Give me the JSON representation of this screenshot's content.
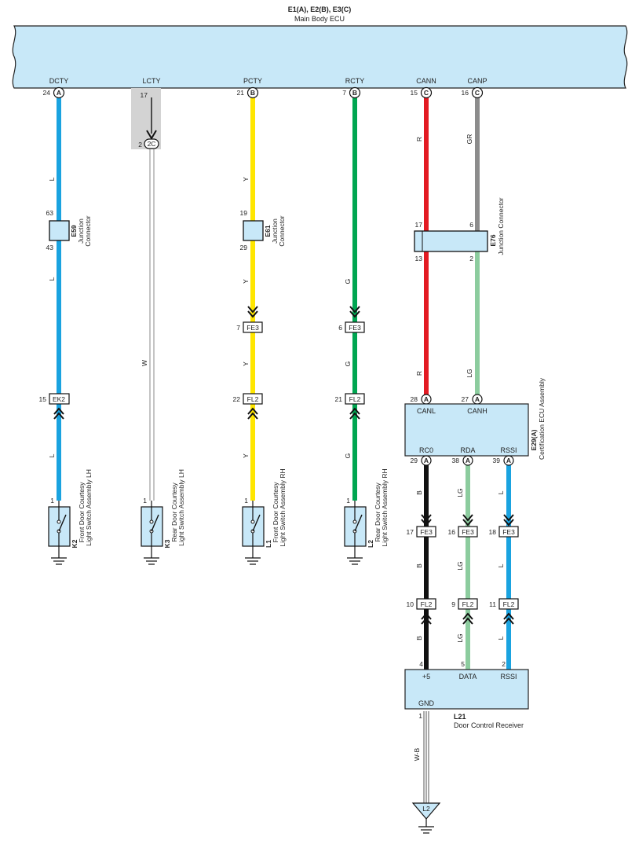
{
  "ecu": {
    "connectors": "E1(A), E2(B), E3(C)",
    "name": "Main Body ECU",
    "terminals": [
      {
        "name": "DCTY",
        "pin": "24",
        "conn": "A"
      },
      {
        "name": "LCTY",
        "pin": "17",
        "conn": ""
      },
      {
        "name": "PCTY",
        "pin": "21",
        "conn": "B"
      },
      {
        "name": "RCTY",
        "pin": "7",
        "conn": "B"
      },
      {
        "name": "CANN",
        "pin": "15",
        "conn": "C"
      },
      {
        "name": "CANP",
        "pin": "16",
        "conn": "C"
      }
    ]
  },
  "colors": {
    "blue": "#1aa3e0",
    "yellow": "#ffe600",
    "green": "#00a651",
    "red": "#e31b23",
    "gray": "#8c8c8c",
    "lightgreen": "#8ccc9e",
    "black": "#111111",
    "box_fill": "#c8e8f8"
  },
  "wires": {
    "dcty": [
      "L",
      "L",
      "L"
    ],
    "lcty": [
      "W"
    ],
    "pcty": [
      "Y",
      "Y",
      "Y",
      "Y"
    ],
    "rcty": [
      "G",
      "G",
      "G"
    ],
    "cann": [
      "R",
      "R"
    ],
    "canp": [
      "GR",
      "LG"
    ],
    "rc0": [
      "B",
      "B",
      "B"
    ],
    "rda": [
      "LG",
      "LG",
      "LG"
    ],
    "rssi": [
      "L",
      "L",
      "L"
    ],
    "gnd": [
      "W-B"
    ]
  },
  "lcty_joint": {
    "pin": "2",
    "label": "2C"
  },
  "junctions": {
    "e59": {
      "id": "E59",
      "title": "Junction",
      "subtitle": "Connector",
      "pin_in": "63",
      "pin_out": "43"
    },
    "e61": {
      "id": "E61",
      "title": "Junction",
      "subtitle": "Connector",
      "pin_in": "19",
      "pin_out": "29"
    },
    "e76": {
      "id": "E76",
      "title": "Junction Connector",
      "pin_in_1": "17",
      "pin_in_2": "6",
      "pin_out_1": "13",
      "pin_out_2": "2"
    }
  },
  "connectors": {
    "ek2": {
      "pin": "15",
      "label": "EK2"
    },
    "fe3_p": {
      "pin": "7",
      "label": "FE3"
    },
    "fl2_p": {
      "pin": "22",
      "label": "FL2"
    },
    "fe3_r": {
      "pin": "6",
      "label": "FE3"
    },
    "fl2_r": {
      "pin": "21",
      "label": "FL2"
    },
    "fe3_1": {
      "pin": "17",
      "label": "FE3"
    },
    "fe3_2": {
      "pin": "16",
      "label": "FE3"
    },
    "fe3_3": {
      "pin": "18",
      "label": "FE3"
    },
    "fl2_1": {
      "pin": "10",
      "label": "FL2"
    },
    "fl2_2": {
      "pin": "9",
      "label": "FL2"
    },
    "fl2_3": {
      "pin": "11",
      "label": "FL2"
    }
  },
  "switches": [
    {
      "id": "K2",
      "line1": "Front Door Courtesy",
      "line2": "Light Switch Assembly LH",
      "pin": "1"
    },
    {
      "id": "K3",
      "line1": "Rear Door Courtesy",
      "line2": "Light Switch Assembly LH",
      "pin": "1"
    },
    {
      "id": "L1",
      "line1": "Front Door Courtesy",
      "line2": "Light Switch Assembly RH",
      "pin": "1"
    },
    {
      "id": "L2",
      "line1": "Rear Door Courtesy",
      "line2": "Light Switch Assembly RH",
      "pin": "1"
    }
  ],
  "cert_ecu": {
    "id": "E29(A)",
    "name": "Certification ECU Assembly",
    "top": [
      {
        "name": "CANL",
        "pin": "28",
        "conn": "A"
      },
      {
        "name": "CANH",
        "pin": "27",
        "conn": "A"
      }
    ],
    "bottom": [
      {
        "name": "RC0",
        "pin": "29",
        "conn": "A"
      },
      {
        "name": "RDA",
        "pin": "38",
        "conn": "A"
      },
      {
        "name": "RSSI",
        "pin": "39",
        "conn": "A"
      }
    ]
  },
  "receiver": {
    "id": "L21",
    "name": "Door Control Receiver",
    "top": [
      {
        "name": "+5",
        "pin": "4"
      },
      {
        "name": "DATA",
        "pin": "5"
      },
      {
        "name": "RSSI",
        "pin": "2"
      }
    ],
    "gnd": {
      "name": "GND",
      "pin": "1"
    },
    "ground_point": "L2"
  }
}
